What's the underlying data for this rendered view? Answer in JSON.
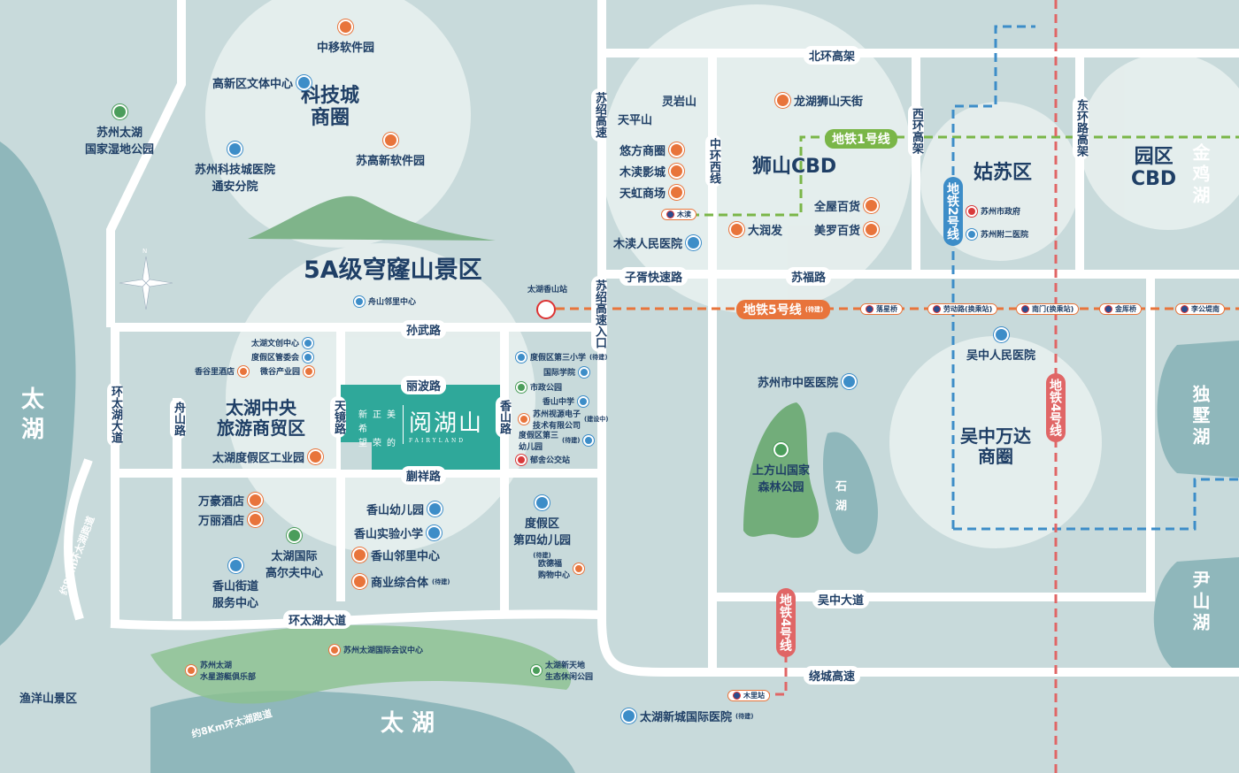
{
  "districts": {
    "keji": "科技城\n商圈",
    "scenic": "5A级穹窿山景区",
    "taihu_central": "太湖中央\n旅游商贸区",
    "shishan": "狮山CBD",
    "gusu": "姑苏区",
    "yuanqu": "园区\nCBD",
    "wuzhong": "吴中万达\n商圈"
  },
  "lakes": {
    "taihu_left": "太\n湖",
    "taihu_bottom": "太 湖",
    "dushu": "独墅湖",
    "yinshan": "尹山湖",
    "jinji": "金鸡湖",
    "shihu": "石\n湖"
  },
  "project": {
    "name": "阅湖山",
    "en": "FAIRYLAND",
    "slogan": [
      "新",
      "正",
      "美",
      "希",
      "望",
      "荣",
      "的"
    ]
  },
  "roads": {
    "beihuan": "北环高架",
    "zixu": "子胥快速路",
    "sufu": "苏福路",
    "sunwu": "孙武路",
    "libo": "丽波路",
    "kuaixiang": "蒯祥路",
    "huantaihu": "环太湖大道",
    "wuzhong": "吴中大道",
    "raocheng": "绕城高速",
    "sushao": "苏绍高速",
    "sushao_ramp": "苏绍高速入口",
    "zhonghuan": "中环西线",
    "xihuan": "西环高架",
    "donghuan": "东环路高架",
    "huanhu_v": "环太湖大道",
    "zhoushan": "舟山路",
    "tianjing": "天镜路",
    "xiangshan": "香山路",
    "run1": "约8Km环太湖跑道",
    "run2": "约8Km环太湖跑道"
  },
  "metro": {
    "line1": "地铁1号线",
    "line2": "地铁2号线",
    "line4a": "地铁4号线",
    "line4b": "地铁4号线",
    "line5": "地铁5号线",
    "line5_note": "(待建)",
    "stations": [
      "太湖香山站",
      "落星桥",
      "劳动路(换乘站)",
      "南门(换乘站)",
      "金厍桥",
      "李公堤南",
      "木渎",
      "木里站"
    ]
  },
  "pois": [
    {
      "t": "中移软件园",
      "i": "o"
    },
    {
      "t": "高新区文体中心",
      "i": "b"
    },
    {
      "t": "苏州科技城医院\n通安分院",
      "i": "b"
    },
    {
      "t": "苏高新软件园",
      "i": "o"
    },
    {
      "t": "苏州太湖\n国家湿地公园",
      "i": "g"
    },
    {
      "t": "舟山邻里中心",
      "i": "b"
    },
    {
      "t": "太湖文创中心",
      "i": "b"
    },
    {
      "t": "度假区管委会",
      "i": "b"
    },
    {
      "t": "香谷里酒店",
      "i": "o"
    },
    {
      "t": "微谷产业园",
      "i": "o"
    },
    {
      "t": "太湖度假区工业园",
      "i": "o"
    },
    {
      "t": "度假区第三小学",
      "i": "b",
      "n": "(待建)"
    },
    {
      "t": "国际学院",
      "i": "b"
    },
    {
      "t": "市政公园",
      "i": "g"
    },
    {
      "t": "香山中学",
      "i": "b"
    },
    {
      "t": "苏州视源电子\n技术有限公司",
      "i": "o",
      "n": "(建设中)"
    },
    {
      "t": "度假区第三\n幼儿园",
      "i": "b",
      "n": "(待建)"
    },
    {
      "t": "郁舍公交站",
      "i": "r"
    },
    {
      "t": "万豪酒店",
      "i": "o"
    },
    {
      "t": "万丽酒店",
      "i": "o"
    },
    {
      "t": "太湖国际\n高尔夫中心",
      "i": "g"
    },
    {
      "t": "香山街道\n服务中心",
      "i": "b"
    },
    {
      "t": "香山幼儿园",
      "i": "b"
    },
    {
      "t": "香山实验小学",
      "i": "b"
    },
    {
      "t": "香山邻里中心",
      "i": "o"
    },
    {
      "t": "商业综合体",
      "i": "o",
      "n": "(待建)"
    },
    {
      "t": "度假区\n第四幼儿园",
      "i": "b",
      "n": "(待建)"
    },
    {
      "t": "欧德福\n购物中心",
      "i": "o"
    },
    {
      "t": "苏州太湖\n水星游艇俱乐部",
      "i": "o"
    },
    {
      "t": "苏州太湖国际会议中心",
      "i": "o"
    },
    {
      "t": "太湖新天地\n生态休闲公园",
      "i": "g"
    },
    {
      "t": "太湖新城国际医院",
      "i": "b",
      "n": "(待建)"
    },
    {
      "t": "渔洋山景区",
      "i": ""
    },
    {
      "t": "灵岩山",
      "i": ""
    },
    {
      "t": "天平山",
      "i": ""
    },
    {
      "t": "悠方商圈",
      "i": "o"
    },
    {
      "t": "木渎影城",
      "i": "o"
    },
    {
      "t": "天虹商场",
      "i": "o"
    },
    {
      "t": "木渎人民医院",
      "i": "b"
    },
    {
      "t": "龙湖狮山天街",
      "i": "o"
    },
    {
      "t": "全屋百货",
      "i": "o"
    },
    {
      "t": "美罗百货",
      "i": "o"
    },
    {
      "t": "大润发",
      "i": "o"
    },
    {
      "t": "苏州市政府",
      "i": "r"
    },
    {
      "t": "苏州附二医院",
      "i": "b"
    },
    {
      "t": "吴中人民医院",
      "i": "b"
    },
    {
      "t": "苏州市中医医院",
      "i": "b"
    },
    {
      "t": "上方山国家\n森林公园",
      "i": "g"
    }
  ],
  "compass": "N"
}
